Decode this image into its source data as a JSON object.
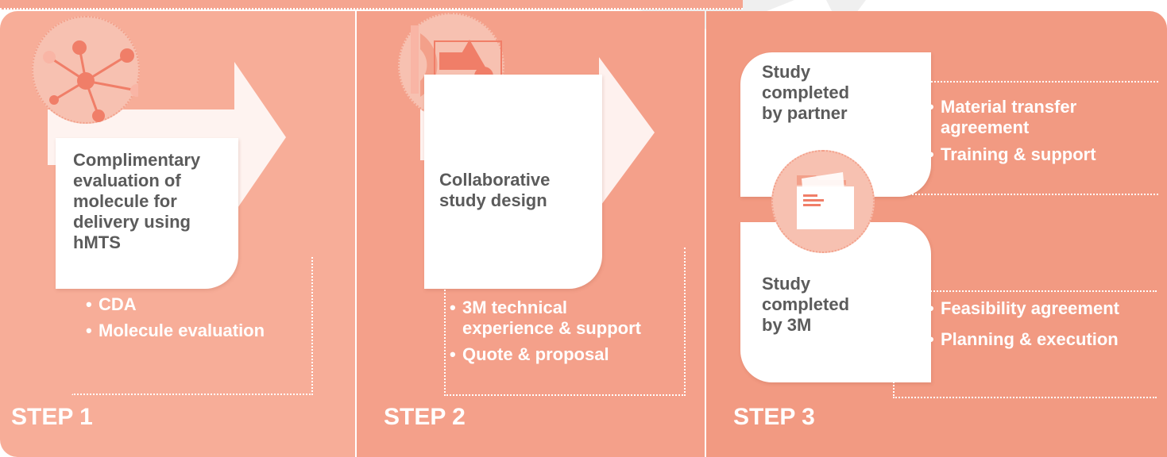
{
  "step1": {
    "card_lines": [
      "Complimentary",
      "evaluation of",
      "molecule for",
      "delivery using",
      "hMTS"
    ],
    "bullets": [
      "CDA",
      "Molecule evaluation"
    ],
    "label": "STEP 1",
    "icon": "molecule-icon"
  },
  "step2": {
    "card_lines": [
      "Collaborative",
      "study design"
    ],
    "bullets": [
      [
        "3M technical",
        "experience & support"
      ],
      "Quote & proposal"
    ],
    "label": "STEP 2",
    "icon": "drafting-tools-icon"
  },
  "step3": {
    "partner_lines": [
      "Study",
      "completed",
      "by partner"
    ],
    "partner_bullets": [
      [
        "Material transfer",
        "agreement"
      ],
      "Training & support"
    ],
    "threem_lines": [
      "Study",
      "completed",
      "by 3M"
    ],
    "threem_bullets": [
      "Feasibility agreement",
      "Planning & execution"
    ],
    "label": "STEP 3",
    "icon": "folder-icon"
  },
  "colors": {
    "panel1": "#f7ad98",
    "panel2": "#f4a08a",
    "panel3": "#f29a82",
    "card_text": "#5b5b5b",
    "bullet_text": "#ffffff"
  }
}
